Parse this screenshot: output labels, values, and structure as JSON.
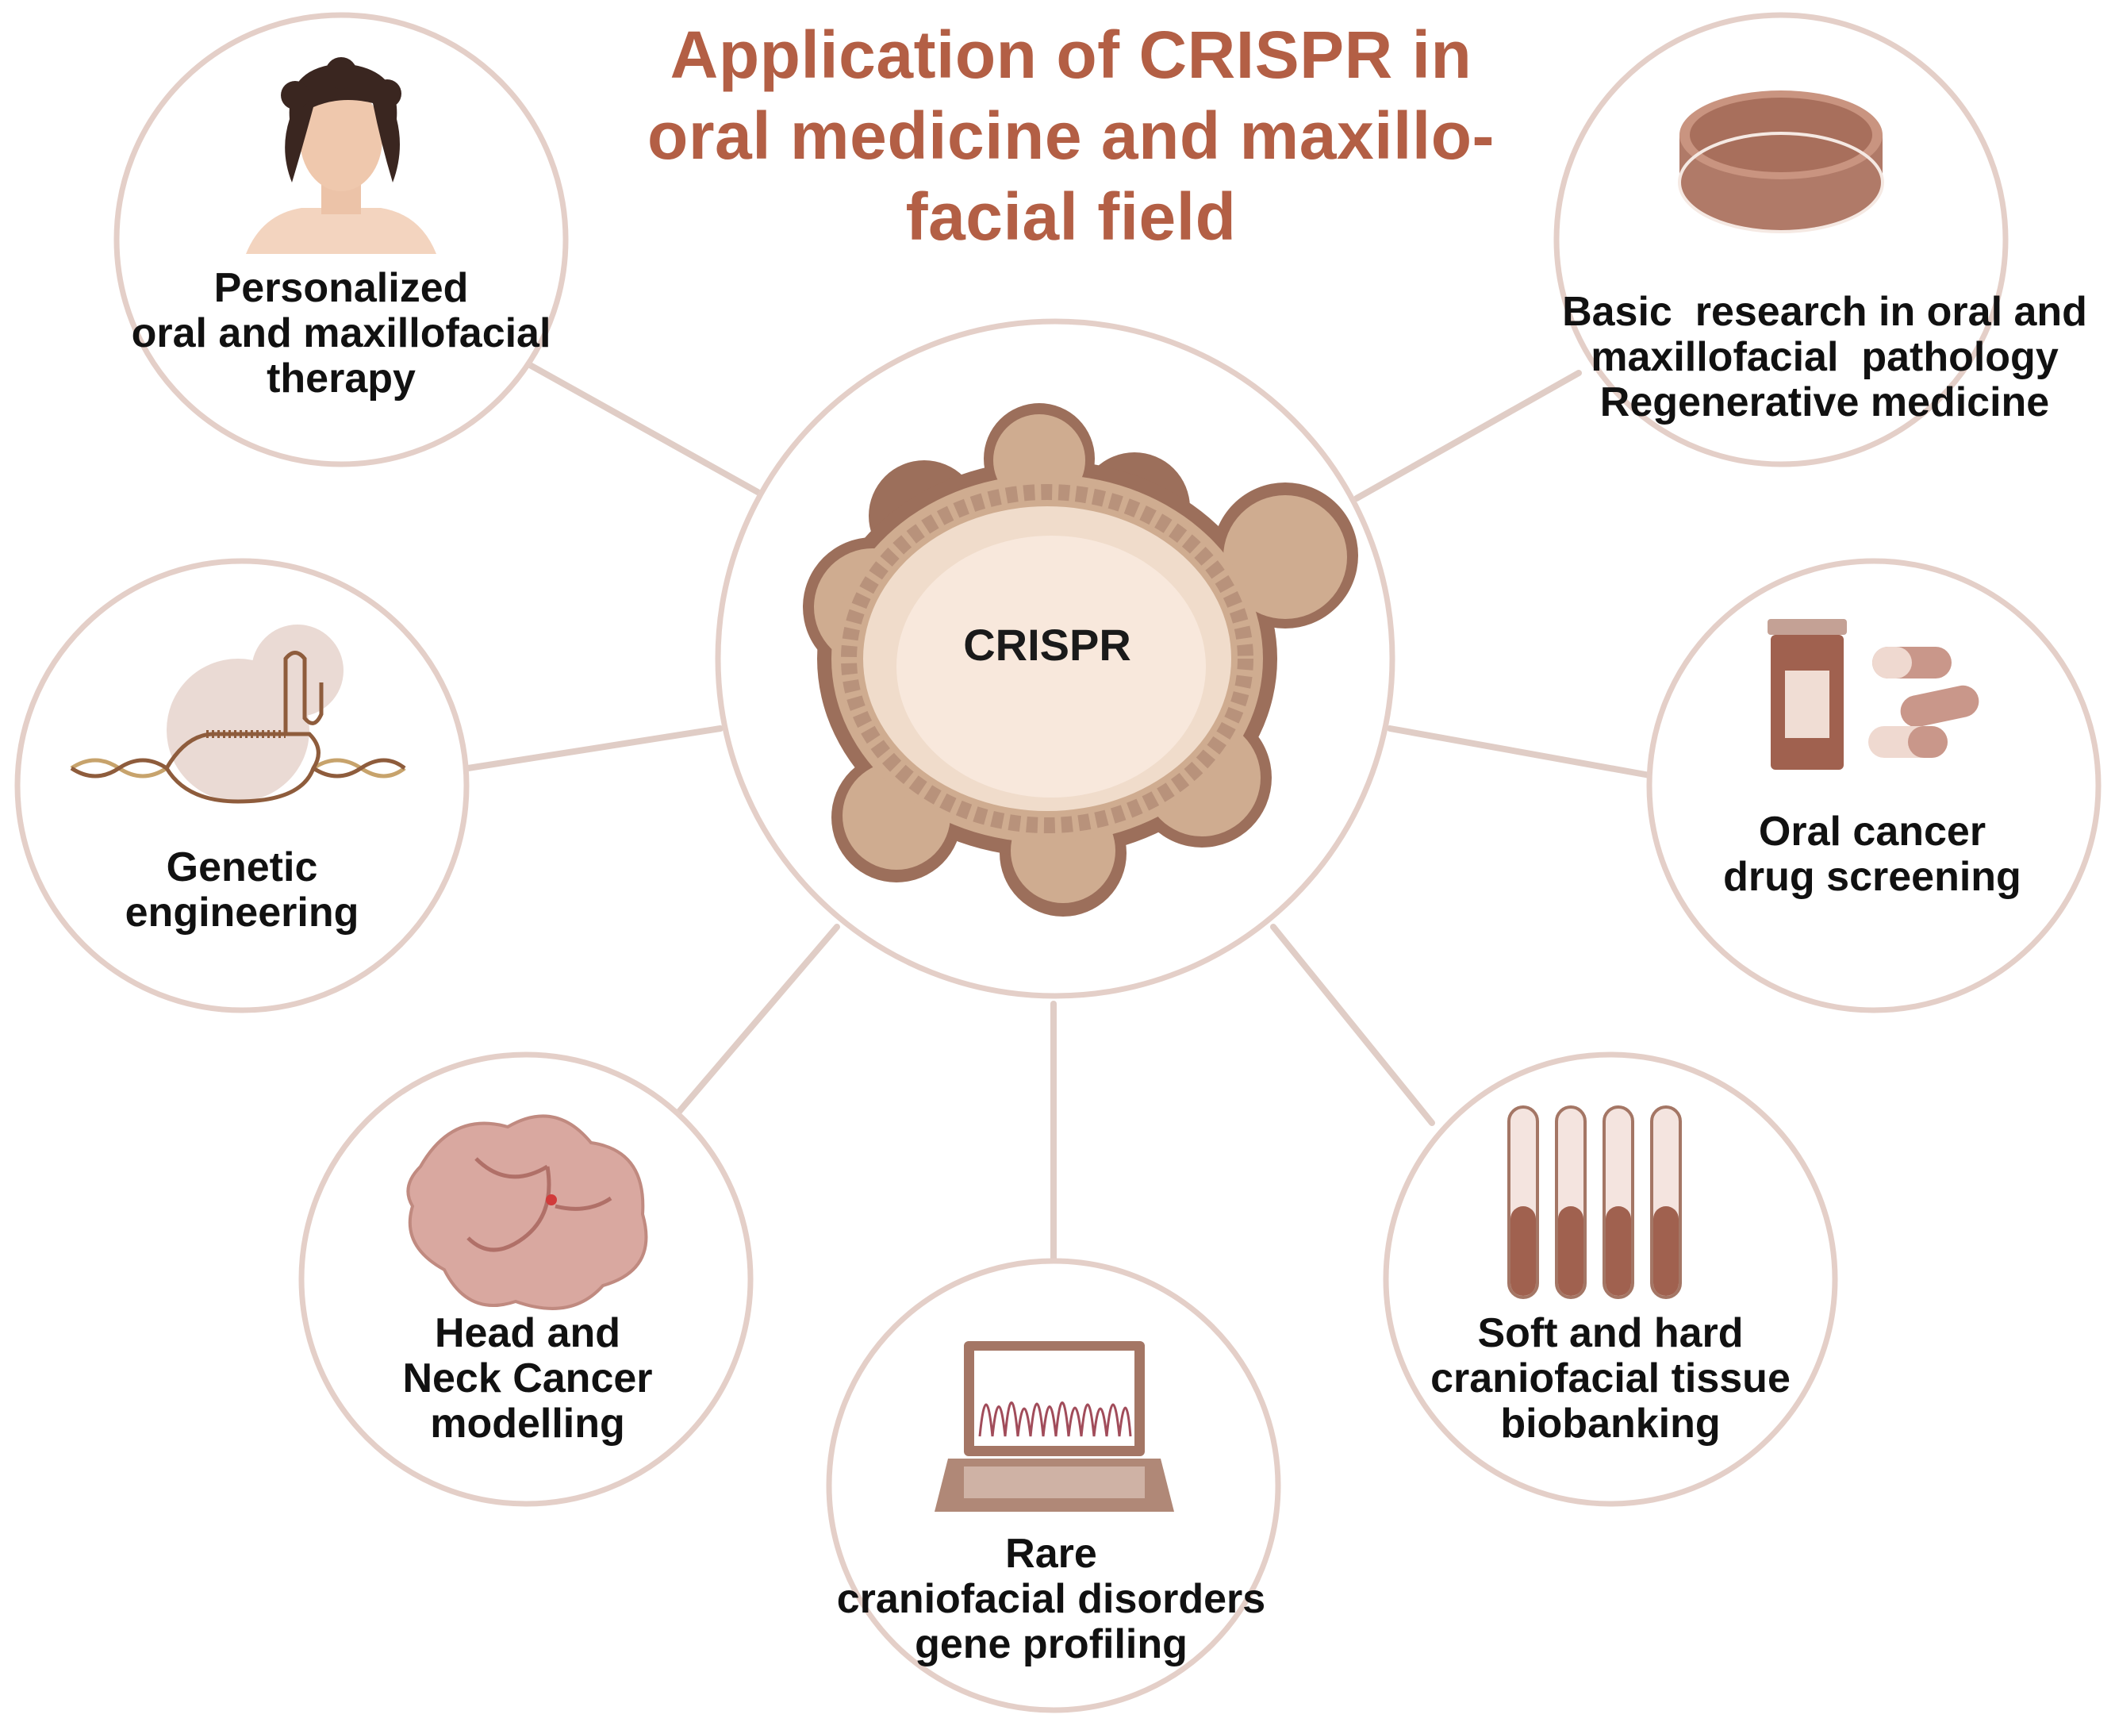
{
  "title": {
    "lines": [
      "Application of CRISPR in",
      "oral medicine and maxillo-",
      "facial field"
    ]
  },
  "center": {
    "label": "CRISPR",
    "icon": "organoid-icon"
  },
  "colors": {
    "title": "#b35f45",
    "circle_stroke": "#e4cfc8",
    "connector": "#e0cdc6",
    "accent_brown": "#8a5646",
    "accent_tan": "#d8b99a",
    "text": "#111111"
  },
  "nodes": [
    {
      "id": "personalized",
      "icon": "patient-portrait-icon",
      "lines": [
        "Personalized",
        "oral and maxillofacial",
        "therapy"
      ]
    },
    {
      "id": "basic-research",
      "icon": "petri-dish-icon",
      "lines": [
        "Basic  research in oral and",
        "maxillofacial  pathology",
        "Regenerative medicine"
      ]
    },
    {
      "id": "genetic-engineering",
      "icon": "dna-editing-icon",
      "lines": [
        "Genetic",
        "engineering"
      ]
    },
    {
      "id": "drug-screening",
      "icon": "pill-bottle-icon",
      "lines": [
        "Oral cancer",
        "drug screening"
      ]
    },
    {
      "id": "head-neck",
      "icon": "tumor-tissue-icon",
      "lines": [
        "Head and",
        "Neck Cancer",
        "modelling"
      ]
    },
    {
      "id": "rare-disorders",
      "icon": "laptop-sequencing-icon",
      "lines": [
        "Rare",
        "craniofacial disorders",
        "gene profiling"
      ]
    },
    {
      "id": "biobanking",
      "icon": "test-tubes-icon",
      "lines": [
        "Soft and hard",
        "craniofacial tissue",
        "biobanking"
      ]
    }
  ]
}
